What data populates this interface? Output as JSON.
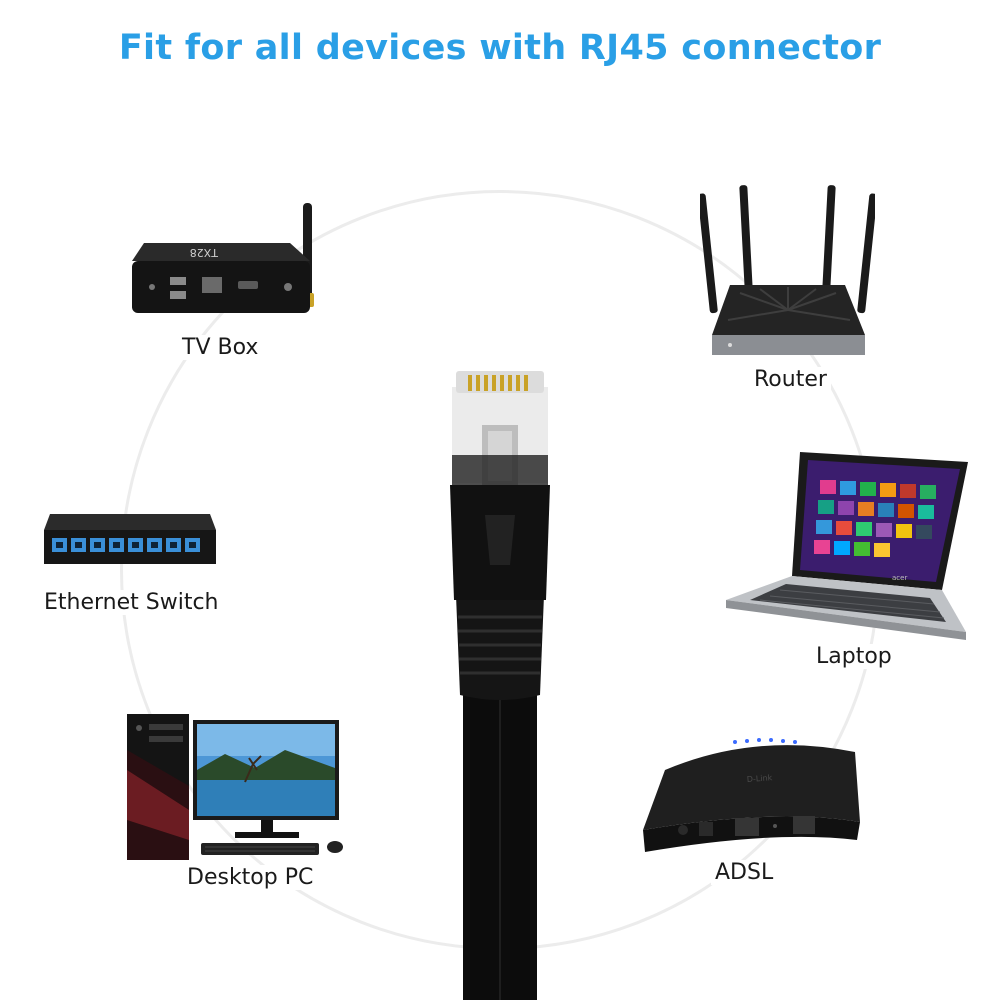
{
  "headline": "Fit for all devices with RJ45 connector",
  "colors": {
    "headline": "#2a9fe6",
    "label": "#1a1a1a",
    "switch_ports": "#3a8fd8"
  },
  "devices": {
    "tv_box": {
      "label": "TV Box",
      "icon": "tv-box-icon",
      "brand_mark": "TX28"
    },
    "router": {
      "label": "Router",
      "icon": "router-icon"
    },
    "ethernet_switch": {
      "label": "Ethernet Switch",
      "icon": "ethernet-switch-icon"
    },
    "laptop": {
      "label": "Laptop",
      "icon": "laptop-icon",
      "brand_mark": "acer"
    },
    "desktop_pc": {
      "label": "Desktop PC",
      "icon": "desktop-pc-icon"
    },
    "adsl": {
      "label": "ADSL",
      "icon": "adsl-modem-icon",
      "brand_mark": "D-Link"
    }
  },
  "center": {
    "icon": "rj45-cable-icon"
  }
}
